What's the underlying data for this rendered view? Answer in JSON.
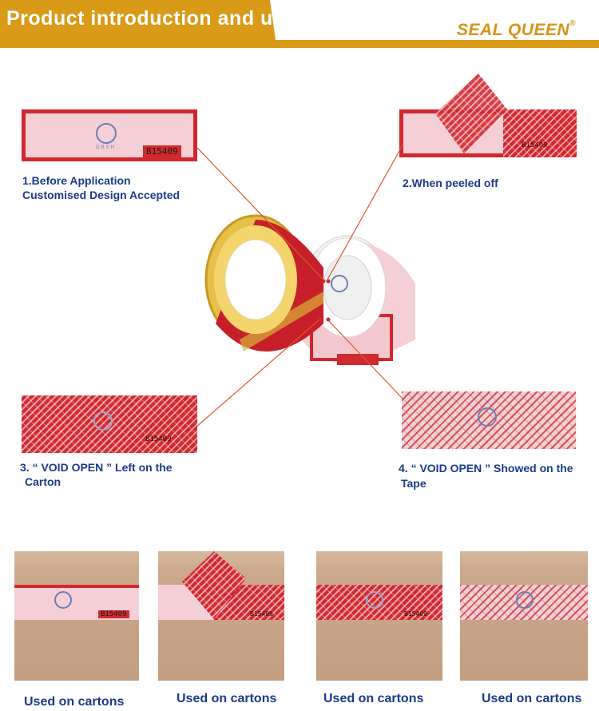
{
  "header": {
    "title": "Product introduction and use",
    "brand": "SEAL QUEEN",
    "brand_mark": "®"
  },
  "steps": [
    {
      "line1": "1.Before Application",
      "line2": "Customised Design Accepted"
    },
    {
      "line1": "2.When peeled off",
      "line2": ""
    },
    {
      "line1": "3. “ VOID OPEN ”  Left on the",
      "line2": "Carton"
    },
    {
      "line1": "4. “ VOID OPEN ” Showed on the",
      "line2": "Tape"
    }
  ],
  "tape_code": "B15409",
  "void_text": "VOID OPEN",
  "logo_text": "OBSH",
  "cartons": [
    {
      "caption": "Used on cartons"
    },
    {
      "caption": "Used on cartons"
    },
    {
      "caption": "Used on cartons"
    },
    {
      "caption": "Used on cartons"
    }
  ],
  "colors": {
    "accent_gold": "#d99a17",
    "tape_red": "#d3272f",
    "tape_pink": "#f4cfd6",
    "caption_blue": "#1a3a8a"
  }
}
